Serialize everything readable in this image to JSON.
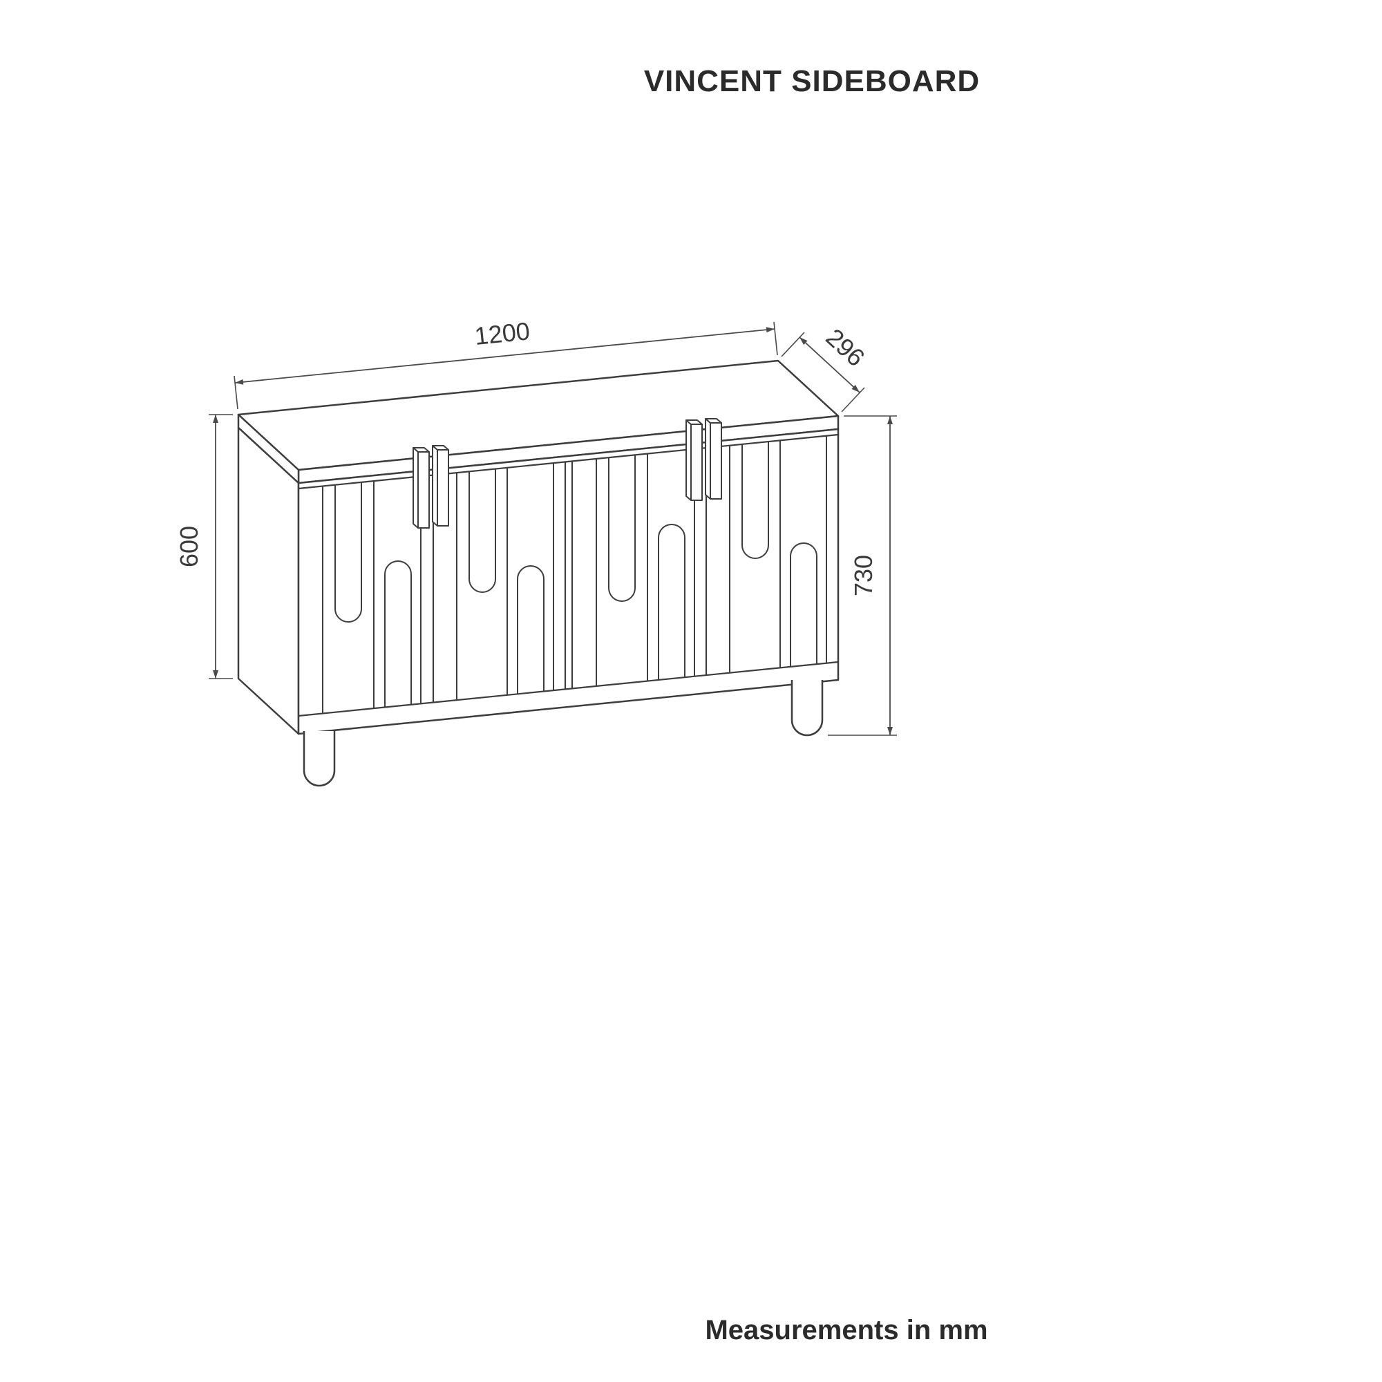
{
  "title": "VINCENT SIDEBOARD",
  "footer": "Measurements in mm",
  "dimensions": {
    "width_mm": "1200",
    "depth_mm": "296",
    "height_total_mm": "730",
    "body_height_mm": "600",
    "unit": "mm"
  },
  "drawing": {
    "line_color": "#3d3d3d",
    "dimension_color": "#4a4a4a",
    "text_color": "#2b2b2b",
    "background": "#ffffff",
    "subject": "isometric sideboard with four patterned doors, two handle pairs and round legs"
  }
}
